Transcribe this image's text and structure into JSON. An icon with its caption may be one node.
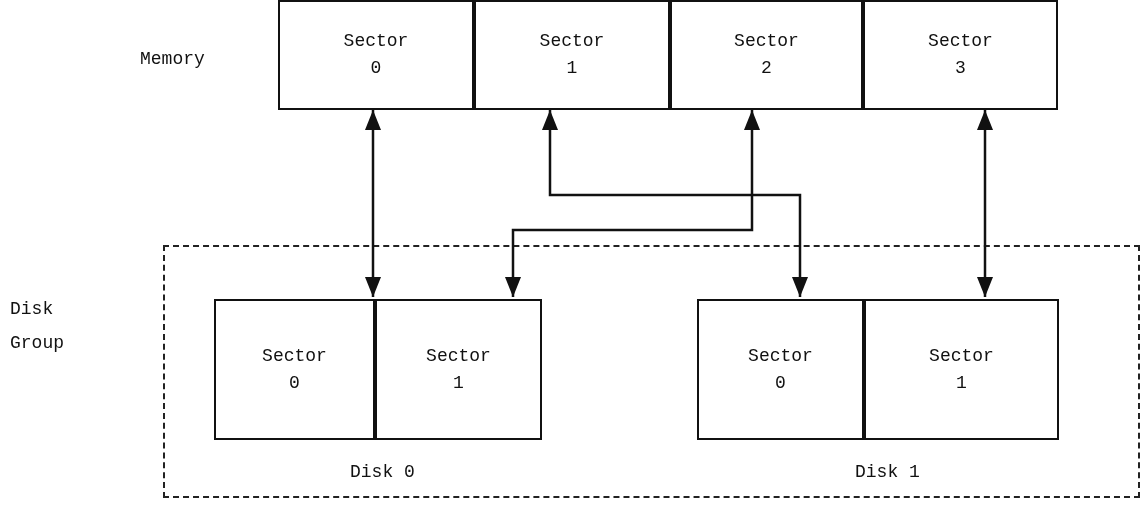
{
  "diagram": {
    "nodes": [
      {
        "text": [
          "Sector 0"
        ]
      },
      {
        "text": [
          "Sector 1"
        ]
      },
      {
        "text": [
          "Sector 2"
        ]
      },
      {
        "text": [
          "Sector 3"
        ]
      },
      {
        "text": [],
        "shape": "box"
      },
      {
        "text": [
          "Sector 0"
        ],
        "in": 4
      },
      {
        "text": [
          "Sector 1"
        ],
        "in": 4
      },
      {
        "text": [
          "Sector 0"
        ],
        "in": 4
      },
      {
        "text": [
          "Sector 1"
        ],
        "in": 4
      }
    ],
    "edges": [
      {
        "from": 0,
        "to": 5,
        "arrow": "both"
      },
      {
        "from": 1,
        "to": 7,
        "arrow": "both"
      },
      {
        "from": 2,
        "to": 6,
        "arrow": "both"
      },
      {
        "from": 3,
        "to": 8,
        "arrow": "both"
      }
    ],
    "labels": [
      "Memory",
      "Disk Group",
      "Disk 0",
      "Disk 1"
    ]
  }
}
